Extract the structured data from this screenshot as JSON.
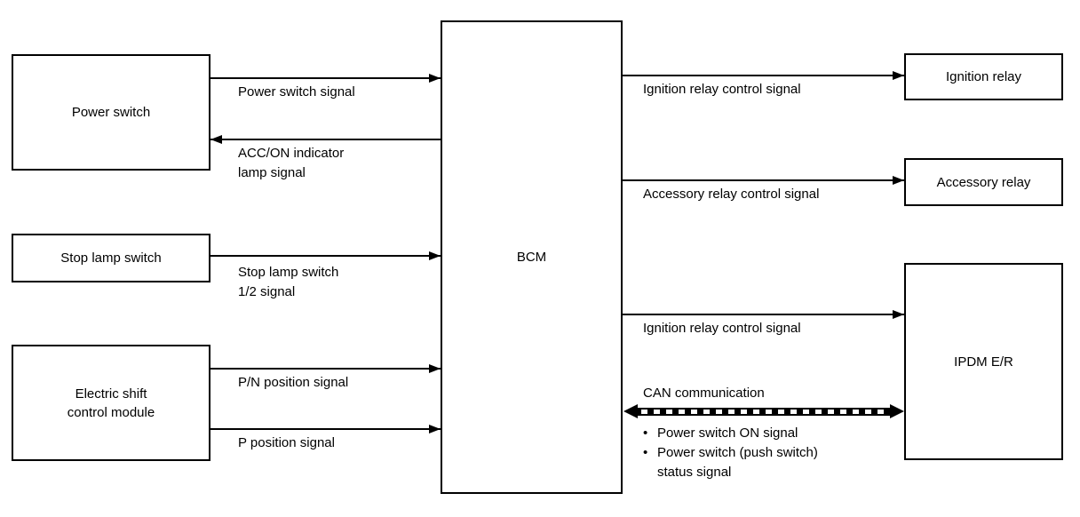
{
  "diagram": {
    "colors": {
      "background": "#ffffff",
      "line": "#000000",
      "text": "#000000"
    },
    "boxes": {
      "power_switch": {
        "label": "Power switch"
      },
      "stop_lamp_switch": {
        "label": "Stop lamp switch"
      },
      "electric_shift": {
        "label": "Electric shift\ncontrol module"
      },
      "bcm": {
        "label": "BCM"
      },
      "ignition_relay": {
        "label": "Ignition relay"
      },
      "accessory_relay": {
        "label": "Accessory relay"
      },
      "ipdm": {
        "label": "IPDM E/R"
      }
    },
    "signals": {
      "power_switch_signal": {
        "label": "Power switch signal",
        "from": "Power switch",
        "to": "BCM"
      },
      "acc_on_indicator": {
        "label": "ACC/ON indicator\nlamp signal",
        "from": "BCM",
        "to": "Power switch"
      },
      "stop_lamp": {
        "label": "Stop lamp switch\n1/2 signal",
        "from": "Stop lamp switch",
        "to": "BCM"
      },
      "pn_position": {
        "label": "P/N position signal",
        "from": "Electric shift control module",
        "to": "BCM"
      },
      "p_position": {
        "label": "P position signal",
        "from": "Electric shift control module",
        "to": "BCM"
      },
      "ignition_relay_control": {
        "label": "Ignition relay control signal",
        "from": "BCM",
        "to": "Ignition relay"
      },
      "accessory_relay_control": {
        "label": "Accessory relay control signal",
        "from": "BCM",
        "to": "Accessory relay"
      },
      "ipdm_ignition_relay_control": {
        "label": "Ignition relay control signal",
        "from": "BCM",
        "to": "IPDM E/R"
      },
      "can": {
        "label": "CAN communication",
        "bidirectional": true,
        "bullet": "•",
        "items": [
          "Power switch ON signal",
          "Power switch (push switch)\nstatus signal"
        ]
      }
    }
  }
}
